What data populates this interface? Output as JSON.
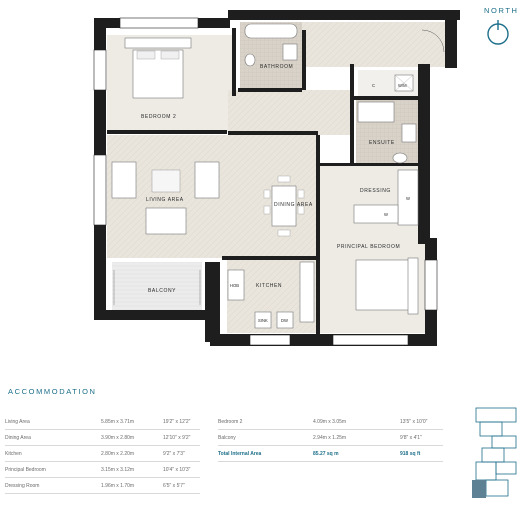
{
  "compass": {
    "label": "NORTH"
  },
  "rooms": {
    "bathroom": "BATHROOM",
    "bedroom2": "BEDROOM 2",
    "ensuite": "ENSUITE",
    "living": "LIVING AREA",
    "dining": "DINING AREA",
    "dressing": "DRESSING",
    "principal": "PRINCIPAL BEDROOM",
    "balcony": "BALCONY",
    "kitchen": "KITCHEN"
  },
  "fixtures": {
    "cupboard": "C",
    "wm": "W/M",
    "hob": "HOB",
    "sink": "SINK",
    "dw": "DW",
    "wardrobe": "W"
  },
  "accommodation": {
    "title": "ACCOMMODATION",
    "left_table": [
      {
        "room": "Living Area",
        "metric": "5.85m x 3.71m",
        "imperial": "19'2\" x 12'2\""
      },
      {
        "room": "Dining Area",
        "metric": "3.90m x 2.80m",
        "imperial": "12'10\" x 9'2\""
      },
      {
        "room": "Kitchen",
        "metric": "2.80m x 2.20m",
        "imperial": "9'2\" x 7'3\""
      },
      {
        "room": "Principal Bedroom",
        "metric": "3.15m x 3.12m",
        "imperial": "10'4\" x 10'3\""
      },
      {
        "room": "Dressing Room",
        "metric": "1.96m x 1.70m",
        "imperial": "6'5\" x 5'7\""
      }
    ],
    "right_table": [
      {
        "room": "Bedroom 2",
        "metric": "4.09m x 3.05m",
        "imperial": "13'5\" x 10'0\""
      },
      {
        "room": "Balcony",
        "metric": "2.94m x 1.25m",
        "imperial": "9'8\" x 4'1\""
      }
    ],
    "total": {
      "room": "Total Internal Area",
      "metric": "85.27 sq m",
      "imperial": "918 sq ft"
    }
  }
}
